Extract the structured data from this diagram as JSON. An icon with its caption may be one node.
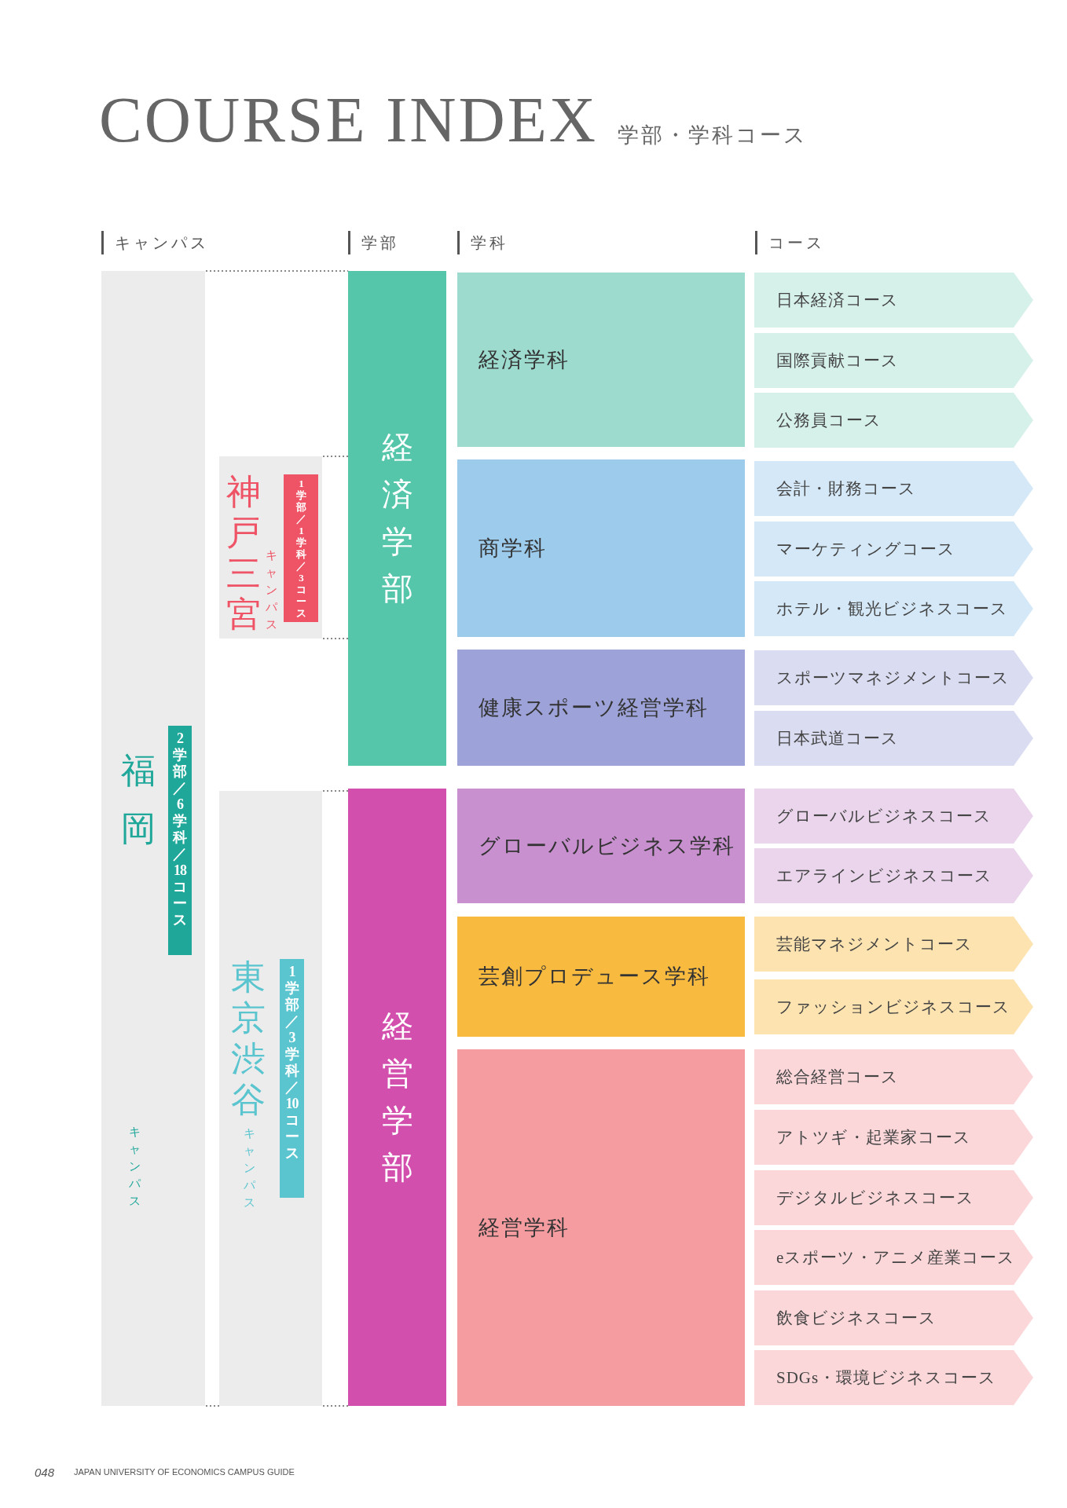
{
  "diagram": {
    "title": "COURSE INDEX",
    "nodes": [
      {
        "text": [
          "福岡",
          "キャンパス"
        ]
      },
      {
        "text": [
          "2学部／6学科／18コース"
        ],
        "in": 0
      },
      {
        "text": [
          "神戸三宮",
          "キャンパス"
        ]
      },
      {
        "text": [
          "1学部／1学科／3コース"
        ],
        "in": 2
      },
      {
        "text": [
          "東京渋谷",
          "キャンパス"
        ]
      },
      {
        "text": [
          "1学部／3学科／10コース"
        ],
        "in": 4
      },
      {
        "text": [
          "経済学部"
        ]
      },
      {
        "text": [
          "経済学科"
        ]
      },
      {
        "text": [
          "日本経済コース"
        ]
      },
      {
        "text": [
          "国際貢献コース"
        ]
      },
      {
        "text": [
          "公務員コース"
        ]
      },
      {
        "text": [
          "商学科"
        ]
      },
      {
        "text": [
          "会計・財務コース"
        ]
      },
      {
        "text": [
          "マーケティングコース"
        ]
      },
      {
        "text": [
          "ホテル・観光ビジネスコース"
        ]
      },
      {
        "text": [
          "健康スポーツ経営学科"
        ]
      },
      {
        "text": [
          "スポーツマネジメントコース"
        ]
      },
      {
        "text": [
          "日本武道コース"
        ]
      },
      {
        "text": [
          "経営学部"
        ]
      },
      {
        "text": [
          "グローバルビジネス学科"
        ]
      },
      {
        "text": [
          "グローバルビジネスコース"
        ]
      },
      {
        "text": [
          "エアラインビジネスコース"
        ]
      },
      {
        "text": [
          "芸創プロデュース学科"
        ]
      },
      {
        "text": [
          "芸能マネジメントコース"
        ]
      },
      {
        "text": [
          "ファッションビジネスコース"
        ]
      },
      {
        "text": [
          "経営学科"
        ]
      },
      {
        "text": [
          "総合経営コース"
        ]
      },
      {
        "text": [
          "アトツギ・起業家コース"
        ]
      },
      {
        "text": [
          "デジタルビジネスコース"
        ]
      },
      {
        "text": [
          "eスポーツ・アニメ産業コース"
        ]
      },
      {
        "text": [
          "飲食ビジネスコース"
        ]
      },
      {
        "text": [
          "SDGs・環境ビジネスコース"
        ]
      }
    ],
    "edges": [],
    "labels": [
      "学部・学科コース",
      "キャンパス",
      "学部",
      "学科",
      "コース",
      "048",
      "JAPAN UNIVERSITY OF ECONOMICS CAMPUS GUIDE"
    ]
  }
}
